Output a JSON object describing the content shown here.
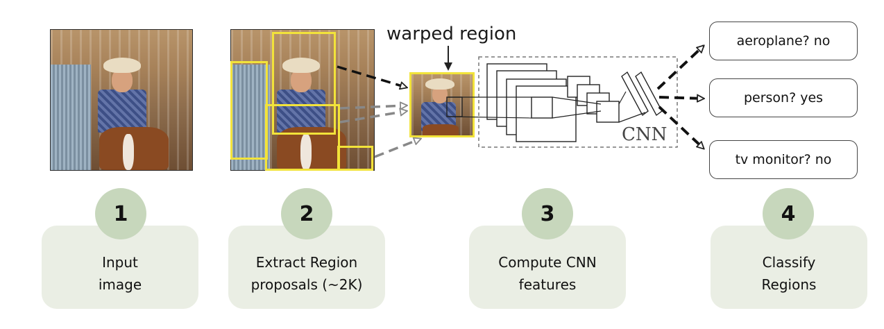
{
  "warp_label": "warped region",
  "cnn_label": "CNN",
  "outputs": [
    {
      "label": "aeroplane? no"
    },
    {
      "label": "person? yes"
    },
    {
      "label": "tv monitor? no"
    }
  ],
  "steps": [
    {
      "number": "1",
      "label": "Input\nimage"
    },
    {
      "number": "2",
      "label": "Extract Region\nproposals (~2K)"
    },
    {
      "number": "3",
      "label": "Compute CNN\nfeatures"
    },
    {
      "number": "4",
      "label": "Classify\nRegions"
    }
  ],
  "colors": {
    "proposal_box": "#f2e33a",
    "step_card": "#eaeee4",
    "step_circle": "#c7d7bc"
  }
}
